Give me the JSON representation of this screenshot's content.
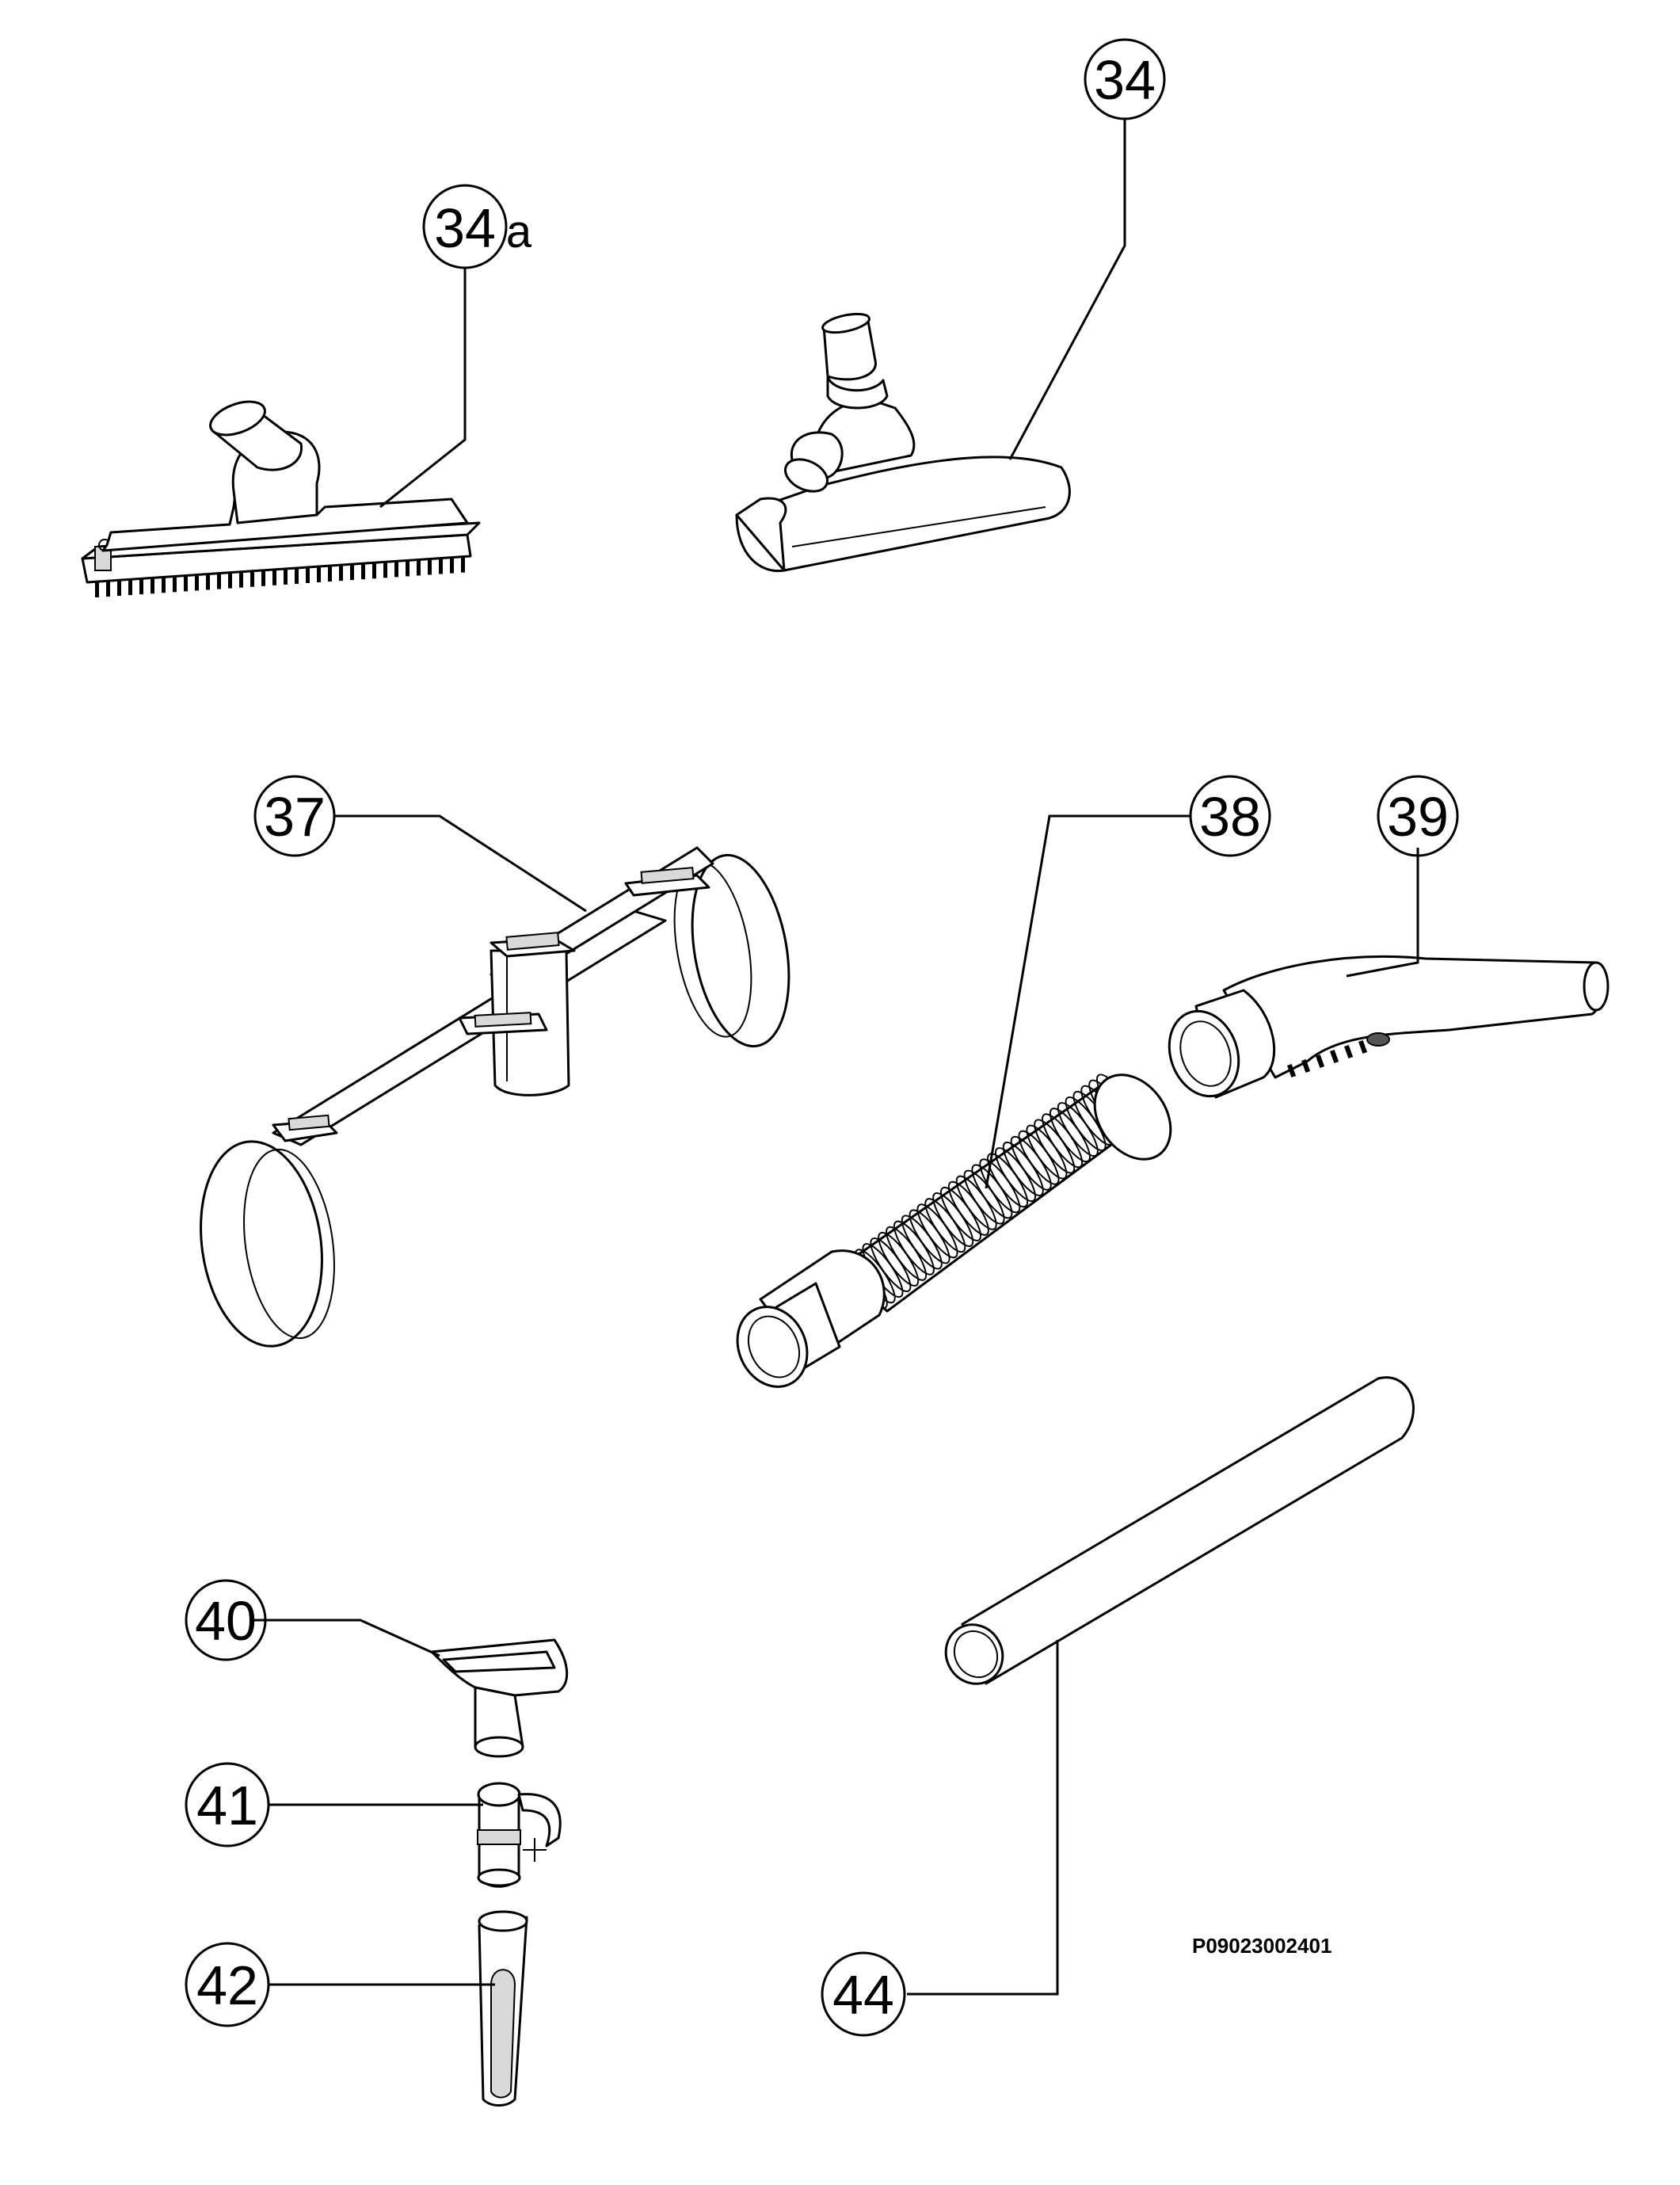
{
  "callouts": {
    "34": "34",
    "34a_num": "34",
    "34a_suffix": "a",
    "37": "37",
    "38": "38",
    "39": "39",
    "40": "40",
    "41": "41",
    "42": "42",
    "44": "44"
  },
  "drawing_code": "P09023002401"
}
